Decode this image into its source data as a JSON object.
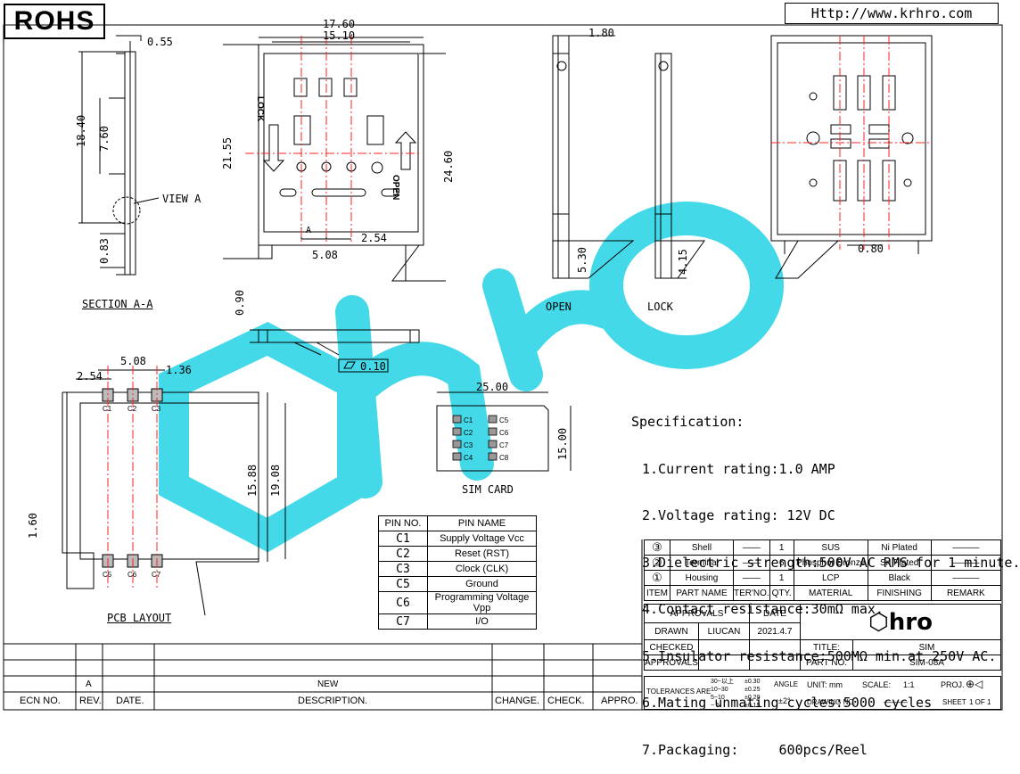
{
  "header": {
    "rohs": "ROHS",
    "url": "Http://www.krhro.com"
  },
  "views": {
    "section_label": "SECTION A-A",
    "view_a": "VIEW A",
    "open_label": "OPEN",
    "lock_label": "LOCK",
    "pcb_label": "PCB LAYOUT",
    "sim_card_label": "SIM CARD",
    "lock_text": "LOCK",
    "open_text": "OPEN",
    "a_mark": "A"
  },
  "dimensions": {
    "d_055": "0.55",
    "d_1840": "18.40",
    "d_760": "7.60",
    "d_083": "0.83",
    "d_1760": "17.60",
    "d_1510": "15.10",
    "d_2155": "21.55",
    "d_2460": "24.60",
    "d_254": "2.54",
    "d_508": "5.08",
    "d_180": "1.80",
    "d_530": "5.30",
    "d_415": "4.15",
    "d_080": "0.80",
    "d_090": "0.90",
    "d_010": "0.10",
    "d_136": "1.36",
    "d_1588": "15.88",
    "d_1908": "19.08",
    "d_160": "1.60",
    "d_2500": "25.00",
    "d_1500": "15.00"
  },
  "pads_top": [
    "C1",
    "C2",
    "C3"
  ],
  "pads_bottom": [
    "C5",
    "C6",
    "C7"
  ],
  "card_contacts_left": [
    "C1",
    "C2",
    "C3",
    "C4"
  ],
  "card_contacts_right": [
    "C5",
    "C6",
    "C7",
    "C8"
  ],
  "specification": {
    "title": "Specification:",
    "items": [
      "1.Current rating:1.0 AMP",
      "2.Voltage rating: 12V DC",
      "3.Dielectric strength:500V AC RMS for 1 minute.",
      "4.Contact resistance:30mΩ max.",
      "5.Insulator resistance:500MΩ min.at 250V AC.",
      "6.Mating unmating cycles:5000 cycles",
      "7.Packaging:     600pcs/Reel"
    ]
  },
  "pin_table": {
    "headers": [
      "PIN NO.",
      "PIN NAME"
    ],
    "rows": [
      [
        "C1",
        "Supply Voltage Vcc"
      ],
      [
        "C2",
        "Reset (RST)"
      ],
      [
        "C3",
        "Clock (CLK)"
      ],
      [
        "C5",
        "Ground"
      ],
      [
        "C6",
        "Programming Voltage Vpp"
      ],
      [
        "C7",
        "I/O"
      ]
    ]
  },
  "bom": {
    "rows": [
      [
        "③",
        "Shell",
        "——",
        "1",
        "SUS",
        "Ni Plated",
        "———"
      ],
      [
        "②",
        "Terminal",
        "——",
        "6",
        "Phosphor Bronze",
        "Sn Plated",
        "———"
      ],
      [
        "①",
        "Housing",
        "——",
        "1",
        "LCP",
        "Black",
        "———"
      ]
    ],
    "headers": [
      "ITEM",
      "PART NAME",
      "TER'NO.",
      "QTY.",
      "MATERIAL",
      "FINISHING",
      "REMARK"
    ]
  },
  "title_block": {
    "approvals": "APPROVALS",
    "date": "DATE",
    "drawn": "DRAWN",
    "drawn_by": "LIUCAN",
    "drawn_date": "2021.4.7",
    "checked": "CHECKED",
    "approvals2": "APPROVALS",
    "title_label": "TITLE:",
    "title_value": "SIM",
    "part_label": "PART NO.",
    "part_value": "SIM-08A",
    "tolerances": "TOLERANCES ARE",
    "tol_rows": [
      [
        "30~以上",
        "±0.30"
      ],
      [
        "10~30",
        "±0.25"
      ],
      [
        "5~10",
        "±0.20"
      ],
      [
        "~ 5",
        "±0.15"
      ]
    ],
    "angle": "ANGLE",
    "angle_value": "±2°",
    "unit": "UNIT: mm",
    "scale": "SCALE:",
    "scale_value": "1:1",
    "proj": "PROJ.",
    "drawing_no": "DRAWING NO.",
    "drawing_no_value": "———",
    "sheet": "SHEET",
    "sheet_value": "1 OF 1",
    "logo": "hro"
  },
  "revision_block": {
    "rev_value": "A",
    "new_text": "NEW",
    "ecn": "ECN NO.",
    "rev": "REV.",
    "date": "DATE.",
    "description": "DESCRIPTION.",
    "change": "CHANGE.",
    "check": "CHECK.",
    "appro": "APPRO."
  },
  "colors": {
    "watermark": "#39d7e8",
    "centerline": "#ff2020",
    "line": "#000000"
  }
}
